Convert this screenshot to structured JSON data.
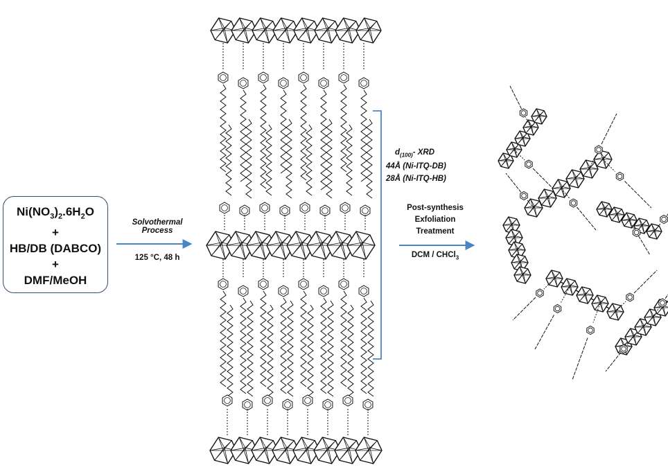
{
  "reagents": {
    "line1_main": "Ni(NO",
    "line1_sub1": "3",
    "line1_mid": ")",
    "line1_sub2": "2",
    "line1_tail": ".6H",
    "line1_sub3": "2",
    "line1_end": "O",
    "plus1": "+",
    "line2": "HB/DB (DABCO)",
    "plus2": "+",
    "line3": "DMF/MeOH"
  },
  "step1": {
    "line1": "Solvothermal",
    "line2": "Process",
    "conditions": "125 °C, 48 h"
  },
  "spacing": {
    "d_label": "d",
    "d_sub": "(100)",
    "d_rest": "- XRD",
    "value_db": "44Å (Ni-ITQ-DB)",
    "value_hb": "28Å (Ni-ITQ-HB)"
  },
  "step2": {
    "line1": "Post-synthesis",
    "line2": "Exfoliation",
    "line3": "Treatment",
    "solvent_main": "DCM / CHCl",
    "solvent_sub": "3"
  },
  "colors": {
    "arrow": "#4a86c5",
    "bracket": "#4a86c5",
    "box_border": "#2f4f6f",
    "structure": "#111111"
  }
}
